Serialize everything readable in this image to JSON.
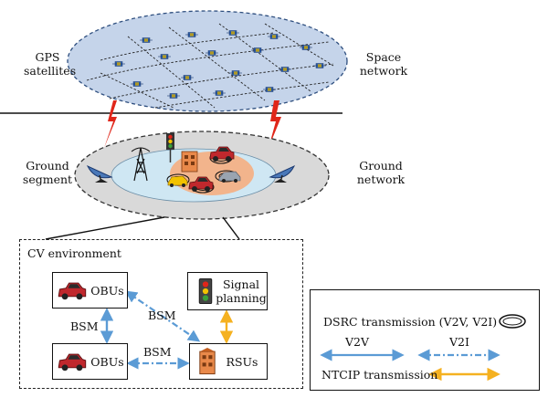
{
  "space": {
    "gps_label_line1": "GPS",
    "gps_label_line2": "satellites",
    "network_label_line1": "Space",
    "network_label_line2": "network"
  },
  "ground": {
    "segment_line1": "Ground",
    "segment_line2": "segment",
    "network_line1": "Ground",
    "network_line2": "network"
  },
  "cv": {
    "title": "CV environment",
    "obu_top": "OBUs",
    "obu_bottom": "OBUs",
    "signal_line1": "Signal",
    "signal_line2": "planning",
    "rsu": "RSUs",
    "bsm_vertical": "BSM",
    "bsm_diagonal": "BSM",
    "bsm_horizontal": "BSM"
  },
  "legend": {
    "dsrc": "DSRC transmission (V2V, V2I)",
    "v2v": "V2V",
    "v2i": "V2I",
    "ntcip": "NTCIP transmission"
  },
  "colors": {
    "space_ellipse": "#c5d4ea",
    "ground_ellipse": "#d9d9d9",
    "ground_inner": "#cfe7f3",
    "orange_zone": "#f2b48c",
    "dsrc_blue": "#5b9bd5",
    "ntcip_orange": "#f5b120",
    "lightning_red": "#e0261a",
    "car_red": "#c0282d",
    "rsu_orange": "#e9894a",
    "satellite_blue": "#2e5fa8",
    "satellite_yellow": "#f2c200"
  },
  "icons": [
    "satellite-icon",
    "lightning-icon",
    "dish-antenna-icon",
    "cell-tower-icon",
    "traffic-light-icon",
    "car-icon",
    "rsu-unit-icon",
    "building-icon"
  ]
}
